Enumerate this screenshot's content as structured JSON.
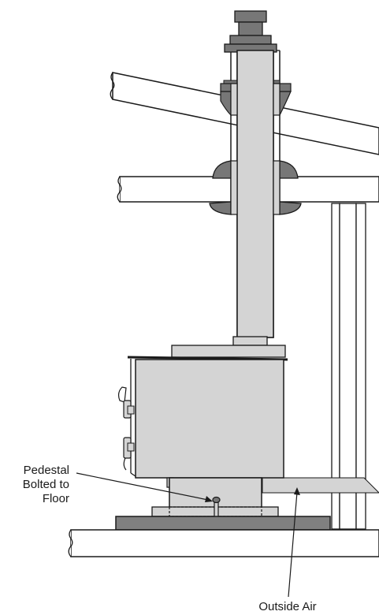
{
  "labels": {
    "pedestal_line1": "Pedestal",
    "pedestal_line2": "Bolted to",
    "pedestal_line3": "Floor",
    "outside_air": "Outside Air"
  },
  "colors": {
    "outline": "#1a1a1a",
    "light_gray": "#d4d4d4",
    "mid_gray": "#bdbdbd",
    "dark_gray": "#777777",
    "hearth_gray": "#808080",
    "background": "#ffffff"
  }
}
